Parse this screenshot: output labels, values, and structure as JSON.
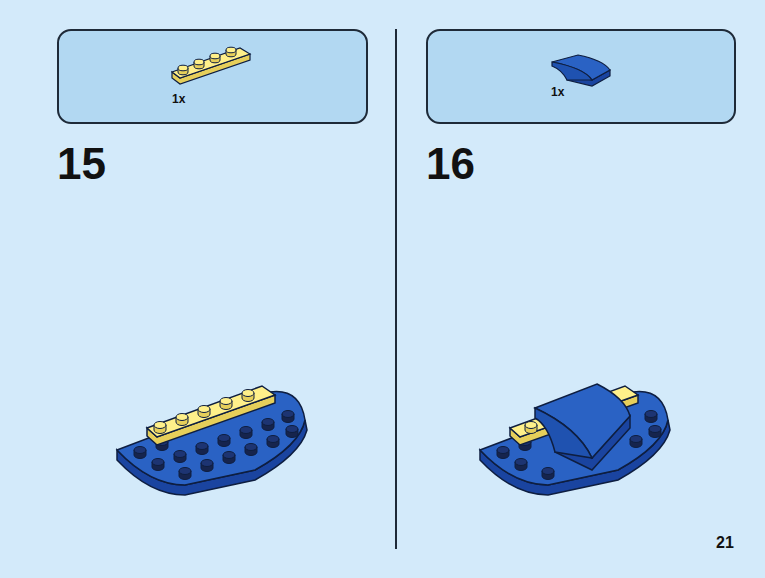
{
  "diagram": {
    "nodes": [
      {
        "text": [
          "1x"
        ]
      },
      {
        "text": [
          "1x"
        ]
      }
    ],
    "labels": [
      "15",
      "16",
      "21"
    ]
  }
}
